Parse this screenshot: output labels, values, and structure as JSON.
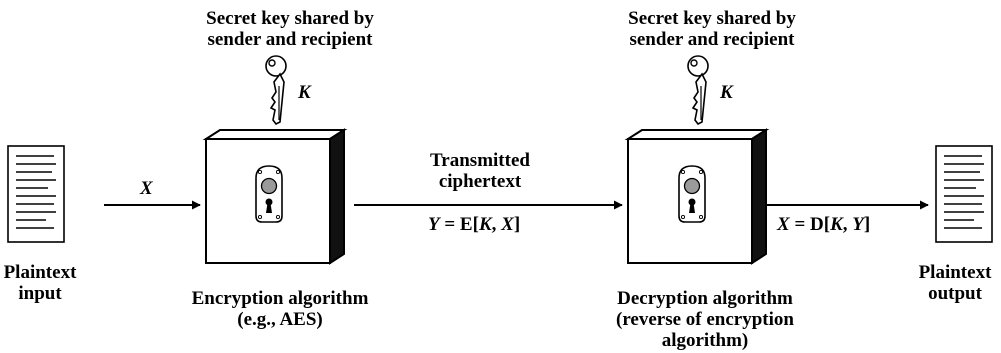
{
  "key_left": {
    "lines": [
      "Secret key shared by",
      "sender and recipient"
    ],
    "symbol": "K"
  },
  "key_right": {
    "lines": [
      "Secret key shared by",
      "sender and recipient"
    ],
    "symbol": "K"
  },
  "plaintext_input": {
    "lines": [
      "Plaintext",
      "input"
    ],
    "icon": "document-icon"
  },
  "plaintext_output": {
    "lines": [
      "Plaintext",
      "output"
    ],
    "icon": "document-icon"
  },
  "input_var": "X",
  "encryption": {
    "lines": [
      "Encryption algorithm",
      "(e.g., AES)"
    ],
    "icon": "lock-icon"
  },
  "decryption": {
    "lines": [
      "Decryption algorithm",
      "(reverse of encryption",
      "algorithm)"
    ],
    "icon": "lock-icon"
  },
  "transmitted": {
    "lines": [
      "Transmitted",
      "ciphertext"
    ]
  },
  "cipher_eq": {
    "lhs": "Y",
    "eq": " = E[",
    "k": "K",
    "sep": ", ",
    "x": "X",
    "close": "]"
  },
  "output_eq": {
    "lhs": "X",
    "eq": " = D[",
    "k": "K",
    "sep": ", ",
    "y": "Y",
    "close": "]"
  }
}
